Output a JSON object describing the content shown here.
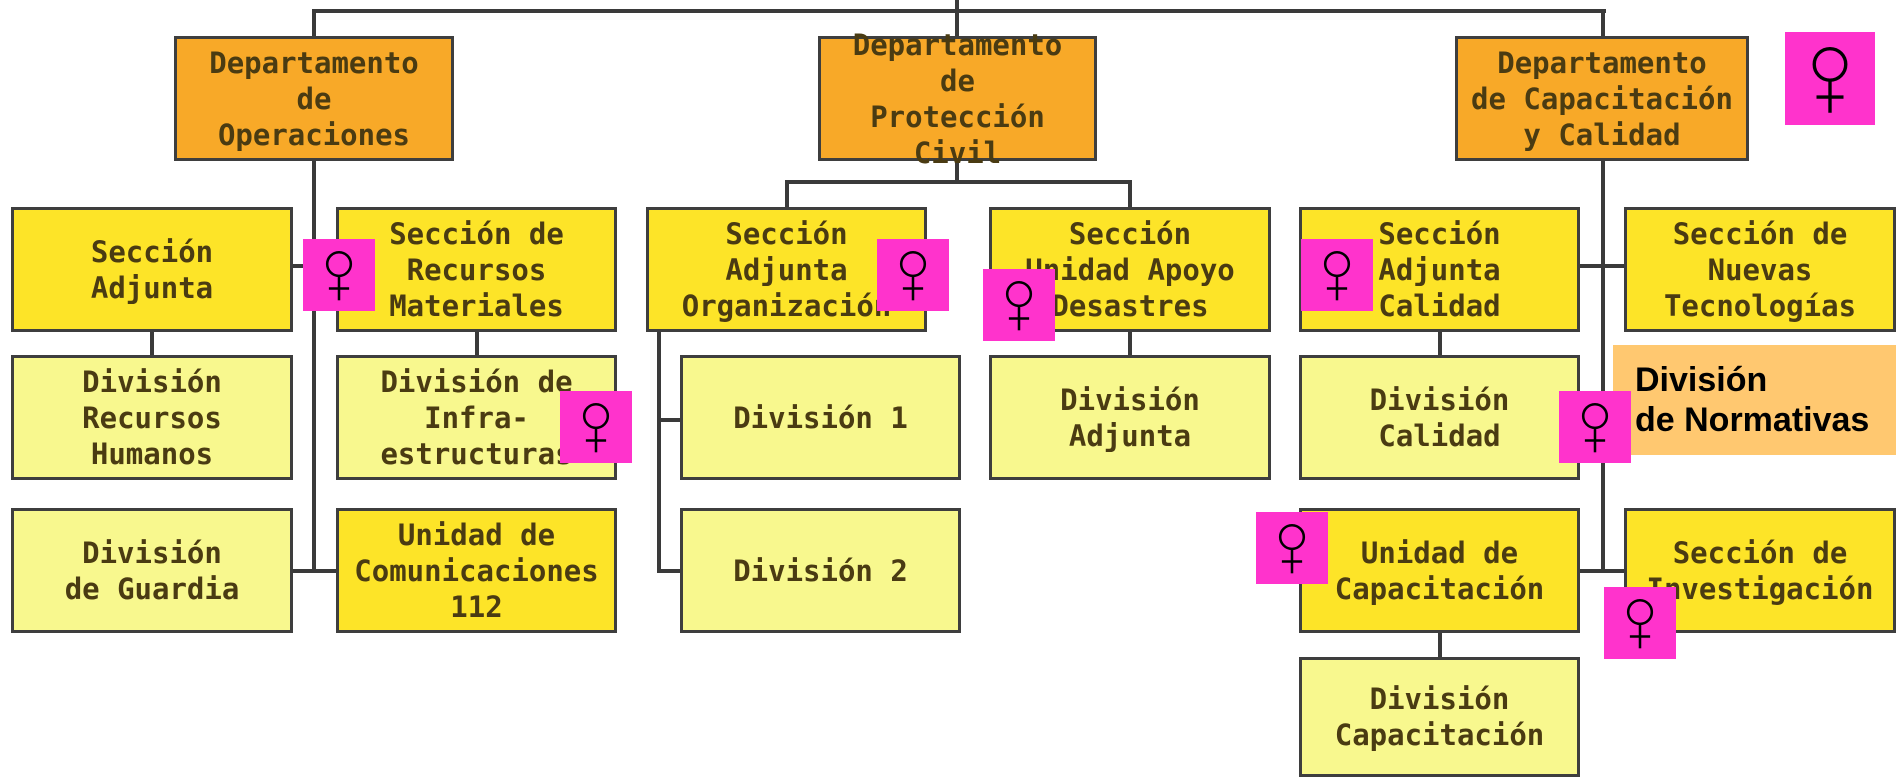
{
  "departments": {
    "operaciones": "Departamento\nde\nOperaciones",
    "proteccion": "Departamento\nde\nProtección Civil",
    "capacitacion": "Departamento\nde Capacitación\ny Calidad"
  },
  "operaciones": {
    "seccion_adjunta": "Sección\nAdjunta",
    "seccion_recursos": "Sección de\nRecursos\nMateriales",
    "division_rrhh": "División\nRecursos\nHumanos",
    "division_infra": "División de\nInfra-\nestructuras",
    "division_guardia": "División\nde Guardia",
    "unidad_comunicaciones": "Unidad de\nComunicaciones\n112"
  },
  "proteccion": {
    "seccion_organizacion": "Sección\nAdjunta\nOrganización",
    "seccion_desastres": "Sección\nUnidad Apoyo\nDesastres",
    "division_1": "División 1",
    "division_2": "División 2",
    "division_adjunta": "División\nAdjunta"
  },
  "capacitacion": {
    "seccion_calidad": "Sección\nAdjunta\nCalidad",
    "seccion_tecnologias": "Sección de\nNuevas\nTecnologías",
    "division_calidad": "División\nCalidad",
    "division_normativas": "División\nde Normativas",
    "unidad_capacitacion": "Unidad de\nCapacitación",
    "seccion_investigacion": "Sección de\nInvestigación",
    "division_capacitacion": "División\nCapacitación"
  },
  "badges": {
    "symbol": "♀",
    "color": "#ff33cc"
  }
}
